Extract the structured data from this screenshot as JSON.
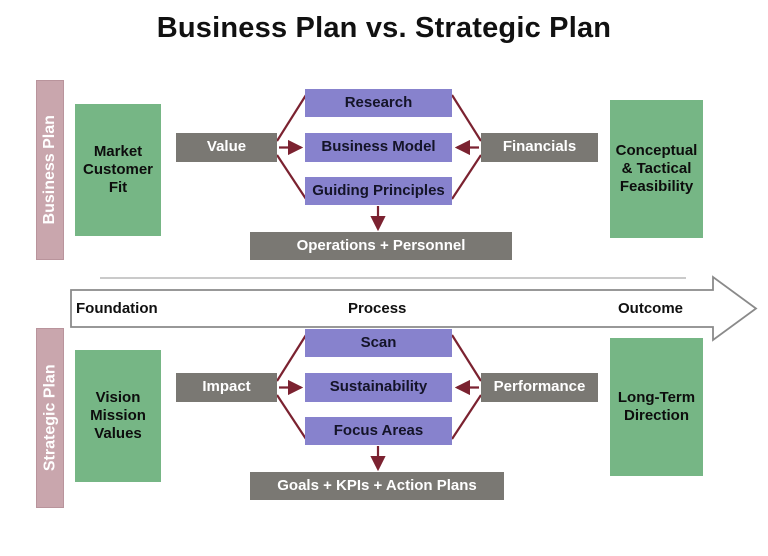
{
  "title": "Business Plan vs. Strategic Plan",
  "colors": {
    "green": "#76b685",
    "purple": "#8782cd",
    "gray": "#7a7873",
    "pink": "#c9a6ad",
    "arrow": "#7b2230",
    "band_outline": "#808080",
    "text_dark": "#111111",
    "text_light": "#ffffff"
  },
  "top_section": {
    "side_label": "Business Plan",
    "foundation_box": "Market\nCustomer\nFit",
    "foundation_lines": [
      "Market",
      "Customer",
      "Fit"
    ],
    "left_driver": "Value",
    "right_driver": "Financials",
    "process_boxes": [
      "Research",
      "Business Model",
      "Guiding Principles"
    ],
    "outcome_box": "Operations + Personnel",
    "result_box": "Conceptual\n& Tactical\nFeasibility",
    "result_lines": [
      "Conceptual",
      "& Tactical",
      "Feasibility"
    ]
  },
  "band": {
    "left_label": "Foundation",
    "center_label": "Process",
    "right_label": "Outcome"
  },
  "bottom_section": {
    "side_label": "Strategic Plan",
    "foundation_box": "Vision\nMission\nValues",
    "foundation_lines": [
      "Vision",
      "Mission",
      "Values"
    ],
    "left_driver": "Impact",
    "right_driver": "Performance",
    "process_boxes": [
      "Scan",
      "Sustainability",
      "Focus Areas"
    ],
    "outcome_box": "Goals + KPIs + Action Plans",
    "result_box": "Long-Term\nDirection",
    "result_lines": [
      "Long-Term",
      "Direction"
    ]
  }
}
